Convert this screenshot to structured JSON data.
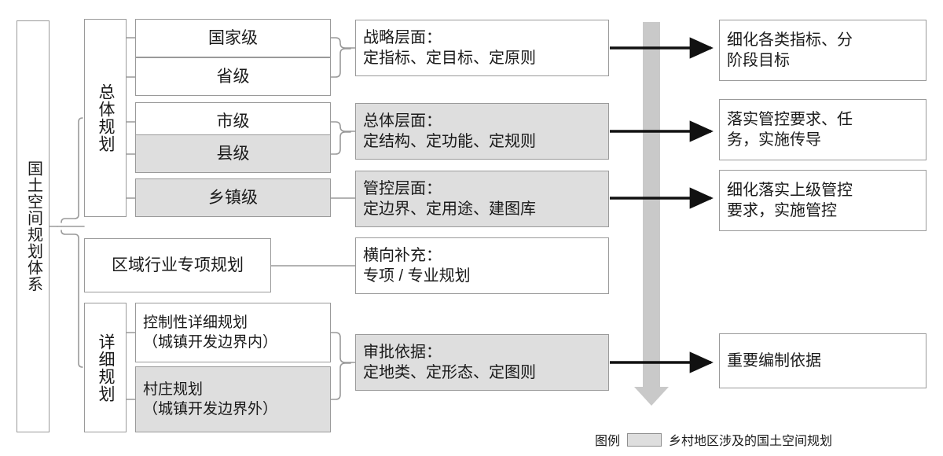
{
  "diagram": {
    "title": "国土空间规划体系",
    "root": {
      "label": "国土空间规划体系"
    },
    "groups": [
      {
        "id": "overall",
        "label": "总体规划"
      },
      {
        "id": "detailed",
        "label": "详细规划"
      }
    ],
    "levels": [
      {
        "id": "national",
        "label": "国家级",
        "shaded": false
      },
      {
        "id": "provincial",
        "label": "省级",
        "shaded": false
      },
      {
        "id": "municipal",
        "label": "市级",
        "shaded": false
      },
      {
        "id": "county",
        "label": "县级",
        "shaded": true
      },
      {
        "id": "township",
        "label": "乡镇级",
        "shaded": true
      }
    ],
    "special": {
      "id": "regional-special",
      "label": "区域行业专项规划",
      "shaded": false
    },
    "detailed_plans": [
      {
        "id": "regulatory-detailed",
        "line1": "控制性详细规划",
        "line2": "（城镇开发边界内）",
        "shaded": false
      },
      {
        "id": "village-plan",
        "line1": "村庄规划",
        "line2": "（城镇开发边界外）",
        "shaded": true
      }
    ],
    "aspects": [
      {
        "id": "strategic",
        "line1": "战略层面：",
        "line2": "定指标、定目标、定原则",
        "shaded": false
      },
      {
        "id": "overall-aspect",
        "line1": "总体层面：",
        "line2": "定结构、定功能、定规则",
        "shaded": true
      },
      {
        "id": "control-aspect",
        "line1": "管控层面：",
        "line2": "定边界、定用途、建图库",
        "shaded": true
      },
      {
        "id": "horizontal",
        "line1": "横向补充：",
        "line2": "专项 / 专业规划",
        "shaded": false
      },
      {
        "id": "approval",
        "line1": "审批依据：",
        "line2": "定地类、定形态、定图则",
        "shaded": true
      }
    ],
    "outcomes": [
      {
        "id": "refine-indicators",
        "line1": "细化各类指标、分",
        "line2": "阶段目标"
      },
      {
        "id": "implement-control",
        "line1": "落实管控要求、任",
        "line2": "务，实施传导"
      },
      {
        "id": "refine-upper-control",
        "line1": "细化落实上级管控",
        "line2": "要求，实施管控"
      },
      {
        "id": "important-basis",
        "line1": "重要编制依据",
        "line2": ""
      }
    ],
    "legend": {
      "label": "图例",
      "swatch_color": "#dedede",
      "description": "乡村地区涉及的国土空间规划"
    },
    "flow_arrow": {
      "name": "downward-flow-arrow",
      "color": "#c9c9c9"
    },
    "colors": {
      "shaded_fill": "#dedede",
      "border": "#9a9a9a",
      "arrow_black": "#111111"
    }
  }
}
